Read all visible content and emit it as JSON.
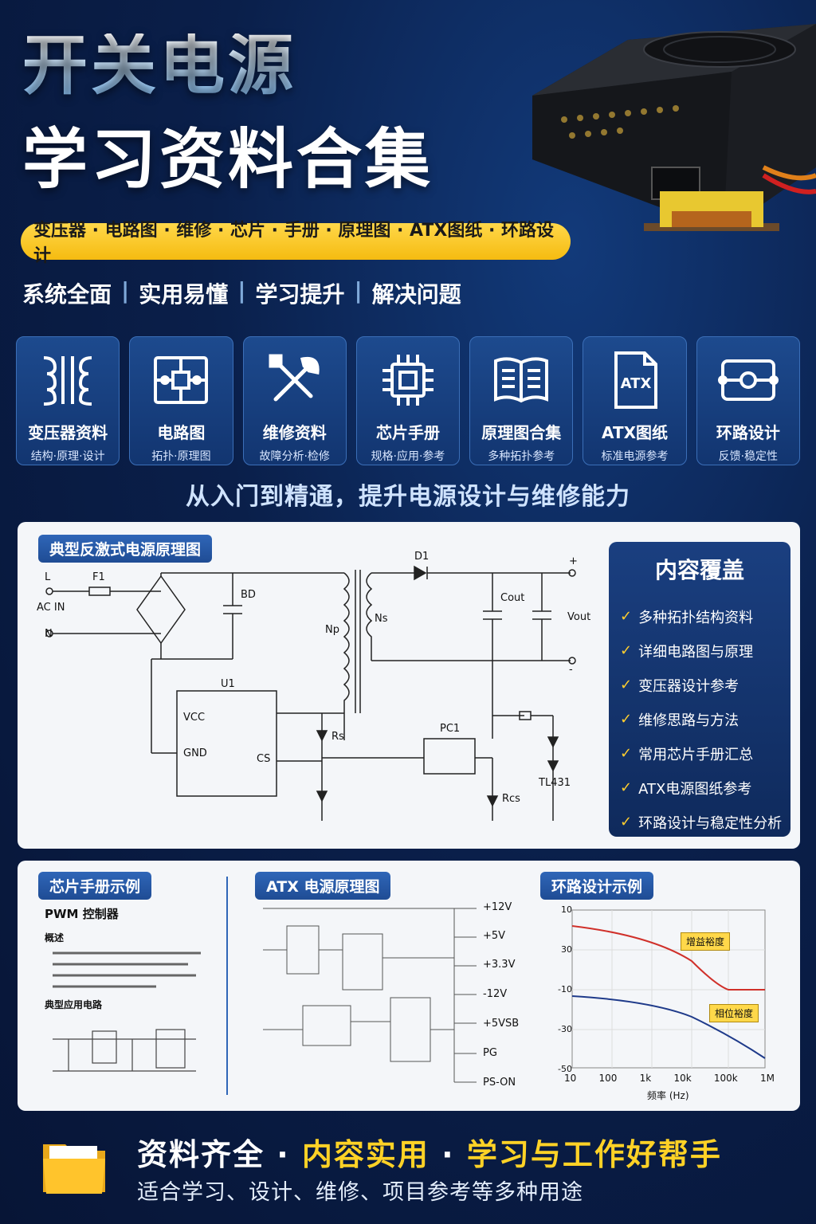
{
  "header": {
    "title_line1": "开关电源",
    "title_line2": "学习资料合集",
    "tags": "变压器 · 电路图 · 维修 · 芯片 · 手册 · 原理图 · ATX图纸 · 环路设计",
    "slogan": [
      "系统全面",
      "实用易懂",
      "学习提升",
      "解决问题"
    ]
  },
  "cards": [
    {
      "title": "变压器资料",
      "sub": "结构·原理·设计",
      "icon": "transformer-icon"
    },
    {
      "title": "电路图",
      "sub": "拓扑·原理图",
      "icon": "circuit-icon"
    },
    {
      "title": "维修资料",
      "sub": "故障分析·检修",
      "icon": "tools-icon"
    },
    {
      "title": "芯片手册",
      "sub": "规格·应用·参考",
      "icon": "chip-icon"
    },
    {
      "title": "原理图合集",
      "sub": "多种拓扑参考",
      "icon": "book-icon"
    },
    {
      "title": "ATX图纸",
      "sub": "标准电源参考",
      "icon": "atx-doc-icon"
    },
    {
      "title": "环路设计",
      "sub": "反馈·稳定性",
      "icon": "loop-icon"
    }
  ],
  "headline": "从入门到精通，提升电源设计与维修能力",
  "schematic": {
    "tag": "典型反激式电源原理图",
    "labels": {
      "L": "L",
      "N": "N",
      "acin": "AC IN",
      "f1": "F1",
      "d1": "D1",
      "np": "Np",
      "ns": "Ns",
      "cout": "Cout",
      "vout": "Vout",
      "plus": "+",
      "minus": "-",
      "u1": "U1",
      "vcc": "VCC",
      "gnd": "GND",
      "cs": "CS",
      "rs": "Rs",
      "pc1": "PC1",
      "rcs": "Rcs",
      "tl431": "TL431",
      "bd": "BD"
    }
  },
  "coverage": {
    "title": "内容覆盖",
    "items": [
      "多种拓扑结构资料",
      "详细电路图与原理",
      "变压器设计参考",
      "维修思路与方法",
      "常用芯片手册汇总",
      "ATX电源图纸参考",
      "环路设计与稳定性分析"
    ]
  },
  "samples": {
    "chip_tag": "芯片手册示例",
    "chip_heading": "PWM 控制器",
    "chip_overview": "概述",
    "chip_typical": "典型应用电路",
    "atx_tag": "ATX 电源原理图",
    "atx_rails": [
      "+12V",
      "+5V",
      "+3.3V",
      "-12V",
      "+5VSB",
      "PG",
      "PS-ON"
    ],
    "loop_tag": "环路设计示例",
    "loop_gain_label": "增益裕度",
    "loop_phase_label": "相位裕度",
    "loop_xlabel": "频率 (Hz)",
    "loop_yticks": [
      "10",
      "30",
      "-10",
      "-30",
      "-50"
    ],
    "loop_xticks": [
      "10",
      "100",
      "1k",
      "10k",
      "100k",
      "1M"
    ]
  },
  "footer": {
    "main_white1": "资料齐全 · ",
    "main_yellow1": "内容实用",
    "main_white2": " · ",
    "main_yellow2": "学习与工作好帮手",
    "sub": "适合学习、设计、维修、项目参考等多种用途"
  },
  "colors": {
    "accent_yellow": "#ffd226",
    "panel_bg": "#f4f6f9",
    "navy": "#0a1f4a"
  }
}
